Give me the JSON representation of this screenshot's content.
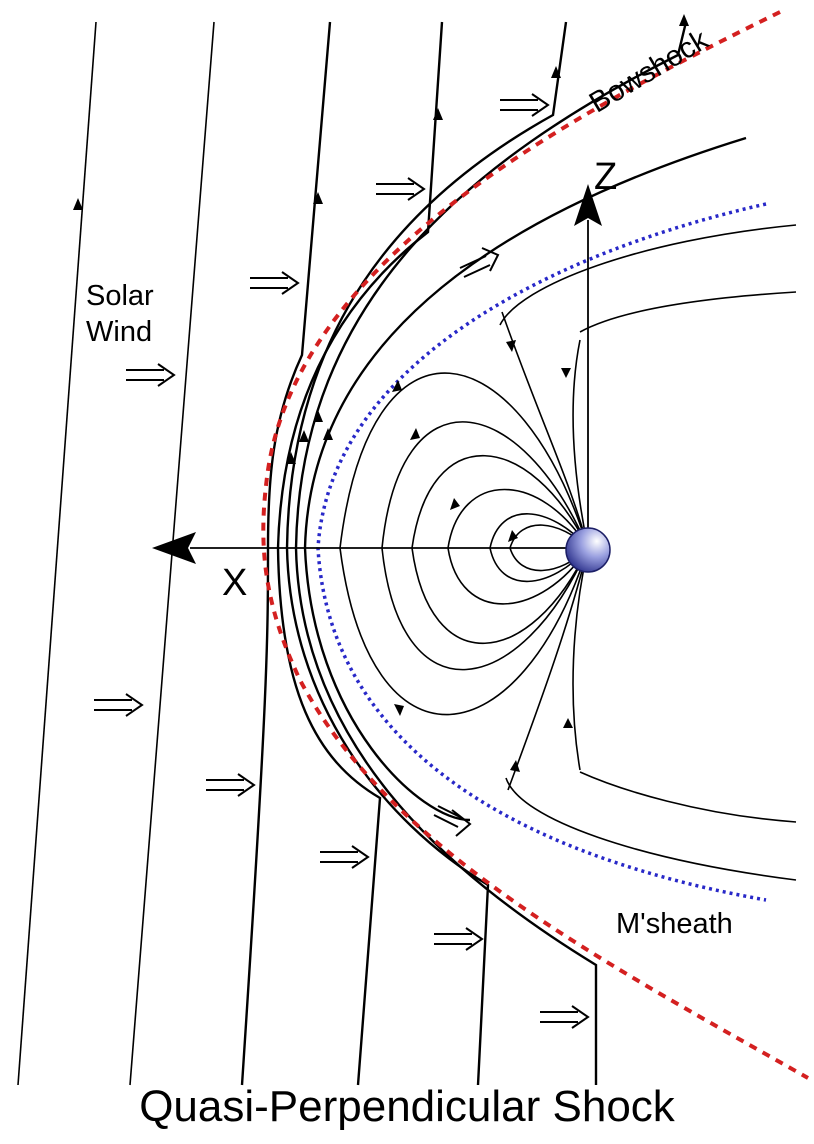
{
  "title": "Quasi-Perpendicular Shock",
  "labels": {
    "solar_line1": "Solar",
    "solar_line2": "Wind",
    "bowshock": "Bowshock",
    "msheath": "M'sheath",
    "x_axis": "X",
    "z_axis": "Z"
  },
  "colors": {
    "bowshock_line": "#d42020",
    "magnetopause_line": "#2828c8",
    "field_lines": "#000000",
    "earth": "#5a5fc0"
  }
}
